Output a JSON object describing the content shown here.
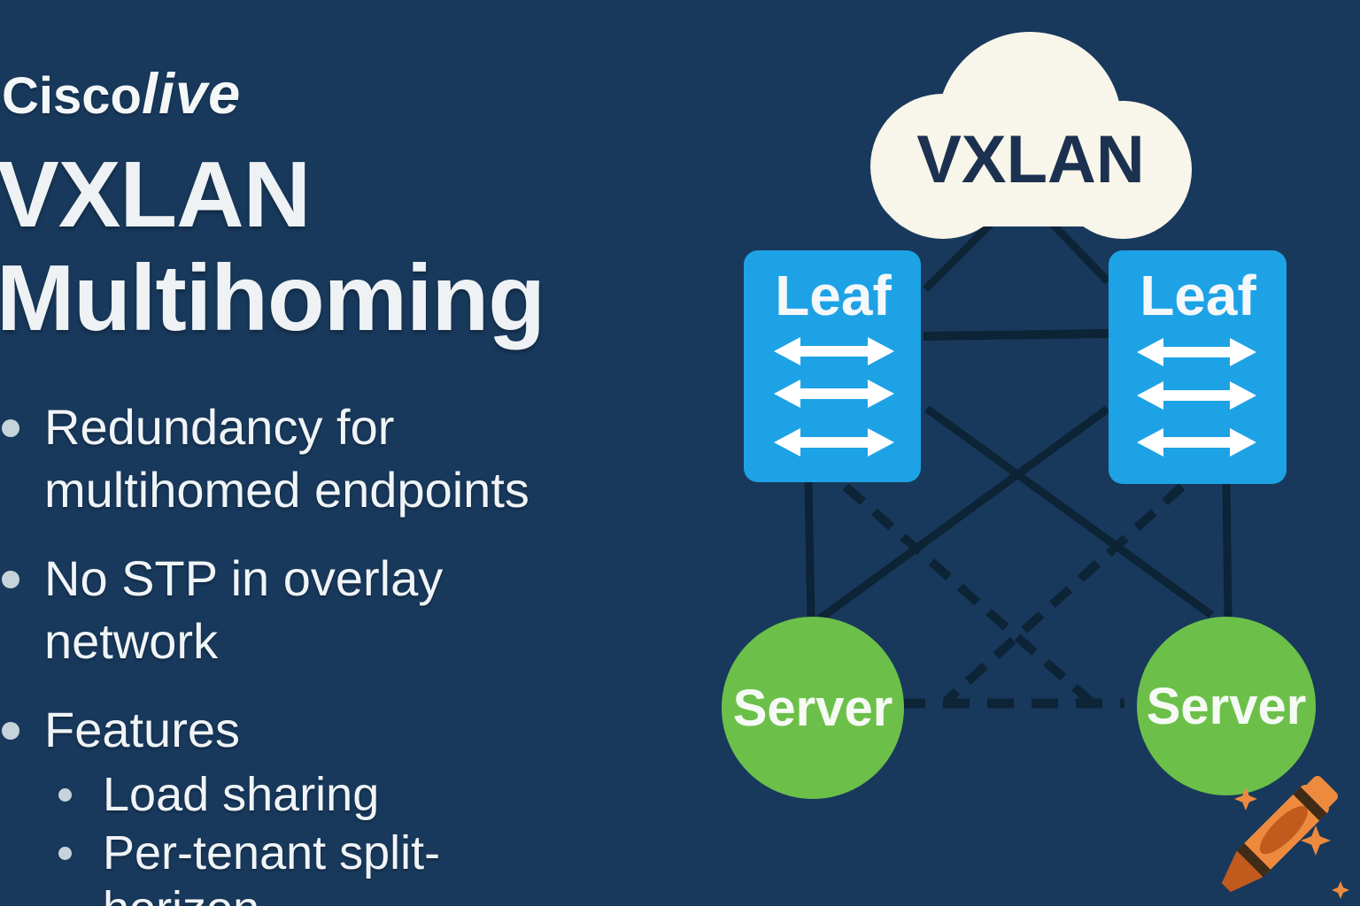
{
  "slide": {
    "logo": {
      "brand": "Cisco",
      "suffix": "live"
    },
    "title": {
      "line1": "VXLAN",
      "line2": "Multihoming"
    },
    "bullets": [
      {
        "label": "Redundancy for multihomed endpoints"
      },
      {
        "label": "No STP in overlay network"
      },
      {
        "label": "Features"
      }
    ],
    "sub_bullets": [
      {
        "label": "Load sharing"
      },
      {
        "label": "Per-tenant split-horizon"
      }
    ]
  },
  "diagram": {
    "nodes": {
      "cloud": {
        "label": "VXLAN"
      },
      "leaf_left": {
        "label": "Leaf"
      },
      "leaf_right": {
        "label": "Leaf"
      },
      "server_left": {
        "label": "Server"
      },
      "server_right": {
        "label": "Server"
      }
    },
    "connections": [
      {
        "from": "cloud",
        "to": "leaf_left",
        "style": "solid"
      },
      {
        "from": "cloud",
        "to": "leaf_right",
        "style": "solid"
      },
      {
        "from": "leaf_left",
        "to": "leaf_right",
        "style": "solid"
      },
      {
        "from": "leaf_left",
        "to": "server_left",
        "style": "solid"
      },
      {
        "from": "leaf_right",
        "to": "server_right",
        "style": "solid"
      },
      {
        "from": "leaf_left",
        "to": "server_right",
        "style": "solid"
      },
      {
        "from": "leaf_right",
        "to": "server_left",
        "style": "solid"
      },
      {
        "from": "leaf_left",
        "to": "server_right",
        "style": "dashed"
      },
      {
        "from": "leaf_right",
        "to": "server_left",
        "style": "dashed"
      },
      {
        "from": "server_left",
        "to": "server_right",
        "style": "dashed"
      }
    ],
    "icons": {
      "leaf_switch": "double-arrow-icon",
      "watermark": "crayon-icon"
    }
  },
  "colors": {
    "background": "#18395c",
    "leaf_blue": "#1ea2e6",
    "server_green": "#6cc04a",
    "cloud_cream": "#f8f5ea",
    "link_dark": "#0d2336",
    "cloud_text": "#1c3150",
    "slide_text": "#f0f4f6",
    "bullet_dot": "#c7d3da",
    "crayon_orange": "#ee8a3e",
    "crayon_dark": "#c25a1d"
  }
}
